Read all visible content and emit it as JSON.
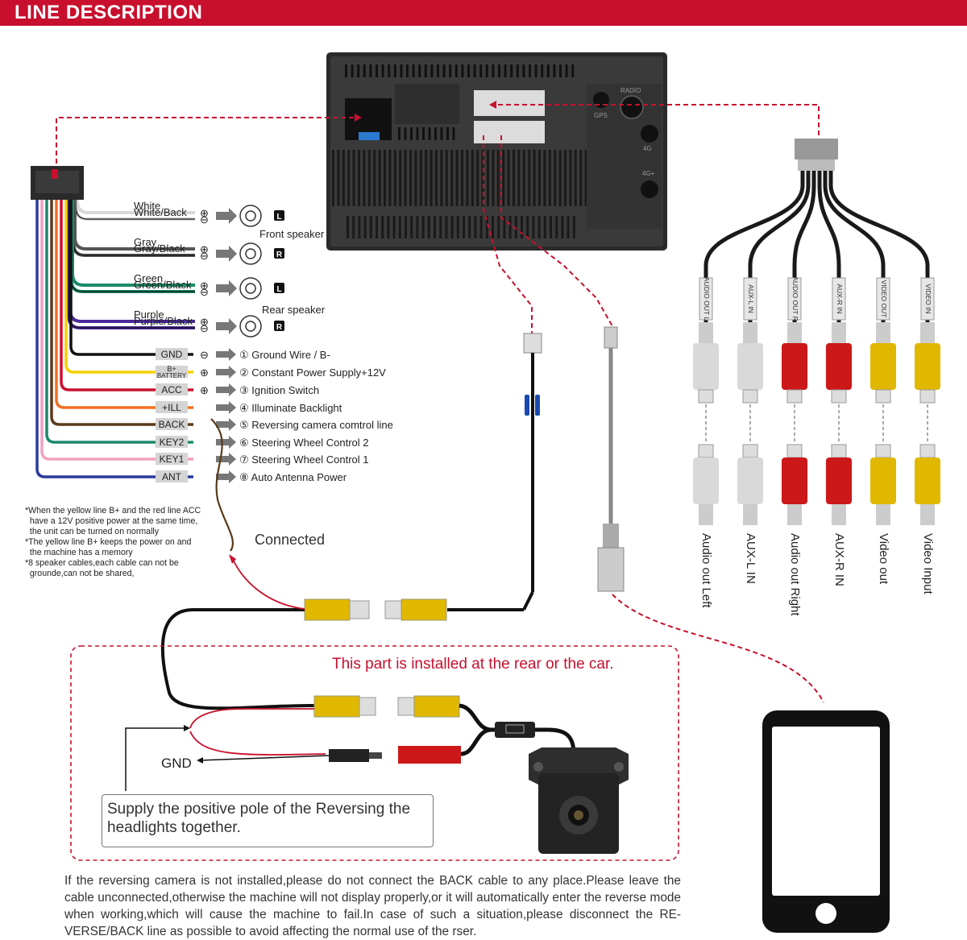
{
  "header": {
    "title": "LINE DESCRIPTION"
  },
  "harness": {
    "speaker_wires": [
      {
        "label": "White",
        "polarity": "⊕",
        "color": "#d8d8d8"
      },
      {
        "label": "White/Back",
        "polarity": "⊖",
        "color": "#d8d8d8"
      },
      {
        "label": "Gray",
        "polarity": "⊕",
        "color": "#555555"
      },
      {
        "label": "Gray/Black",
        "polarity": "⊖",
        "color": "#555555"
      },
      {
        "label": "Green",
        "polarity": "⊕",
        "color": "#1a8a6a"
      },
      {
        "label": "Green/Black",
        "polarity": "⊖",
        "color": "#1a8a6a"
      },
      {
        "label": "Purple",
        "polarity": "⊕",
        "color": "#4a2a9a"
      },
      {
        "label": "Purple/Black",
        "polarity": "⊖",
        "color": "#4a2a9a"
      }
    ],
    "speaker_groups": [
      {
        "label": "Front speaker",
        "channels": [
          "L",
          "R"
        ]
      },
      {
        "label": "Rear speaker",
        "channels": [
          "L",
          "R"
        ]
      }
    ],
    "function_wires": [
      {
        "tag": "GND",
        "polarity": "⊖",
        "desc": "① Ground Wire / B-",
        "color": "#111111"
      },
      {
        "tag": "B+",
        "tag2": "BATTERY",
        "polarity": "⊕",
        "desc": "② Constant Power Supply+12V",
        "color": "#f5d000"
      },
      {
        "tag": "ACC",
        "polarity": "⊕",
        "desc": "③ Ignition Switch",
        "color": "#c8102e"
      },
      {
        "tag": "+ILL",
        "polarity": "",
        "desc": "④ Illuminate Backlight",
        "color": "#f07020"
      },
      {
        "tag": "BACK",
        "polarity": "",
        "desc": "⑤ Reversing camera comtrol line",
        "color": "#5a3a1a"
      },
      {
        "tag": "KEY2",
        "polarity": "",
        "desc": "⑥ Steering Wheel Control 2",
        "color": "#1a8a6a"
      },
      {
        "tag": "KEY1",
        "polarity": "",
        "desc": "⑦ Steering Wheel Control 1",
        "color": "#f0a0c0"
      },
      {
        "tag": "ANT",
        "polarity": "",
        "desc": "⑧ Auto Antenna Power",
        "color": "#2a3a9a"
      }
    ]
  },
  "unit_labels": {
    "radio": "RADIO",
    "gps": "GPS",
    "four_g": "4G",
    "four_g_plus": "4G+"
  },
  "notes": [
    "*When the yellow line B+ and the red line ACC",
    "  have a 12V positive power at the same time,",
    "  the unit can be turned on normally",
    "*The yellow line B+ keeps the power on and",
    "  the machine has a memory",
    "*8 speaker cables,each cable can not be",
    "  grounde,can not be shared,"
  ],
  "connected_label": "Connected",
  "av_cables": [
    {
      "connector": "AUDIO OUT L",
      "label": "Audio out Left",
      "color": "#d9d9d9"
    },
    {
      "connector": "AUX-L IN",
      "label": "AUX-L IN",
      "color": "#d9d9d9"
    },
    {
      "connector": "AUDIO OUT R",
      "label": "Audio out Right",
      "color": "#cc1818"
    },
    {
      "connector": "AUX-R IN",
      "label": "AUX-R IN",
      "color": "#cc1818"
    },
    {
      "connector": "VIDEO OUT",
      "label": "Video out",
      "color": "#e0b800"
    },
    {
      "connector": "VIDEO IN",
      "label": "Video Input",
      "color": "#e0b800"
    }
  ],
  "camera": {
    "rear_note": "This part is installed at the rear or the car.",
    "gnd_label": "GND",
    "callout": [
      "Supply the positive pole of the Reversing the",
      "headlights together."
    ]
  },
  "footer": "If the reversing camera is not installed,please do not connect the BACK cable to any place.Please leave the cable unconnected,otherwise the machine will not display properly,or it will automatically enter the reverse mode when working,which will cause the machine to fail.In case of such a situation,please disconnect the RE-VERSE/BACK line as possible to avoid affecting the normal use of the rser."
}
